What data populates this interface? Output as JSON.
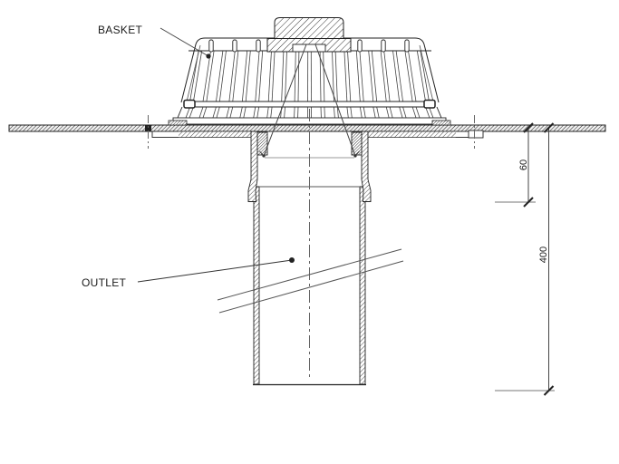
{
  "drawing": {
    "type": "technical-section",
    "subject": "roof drain with basket strainer and vertical outlet",
    "labels": {
      "basket": "BASKET",
      "outlet": "OUTLET"
    },
    "dimensions": {
      "upper_depth": "60",
      "overall_depth": "400"
    },
    "colors": {
      "background": "#ffffff",
      "line": "#222222",
      "line_light": "#555555",
      "hatch": "#333333"
    }
  }
}
